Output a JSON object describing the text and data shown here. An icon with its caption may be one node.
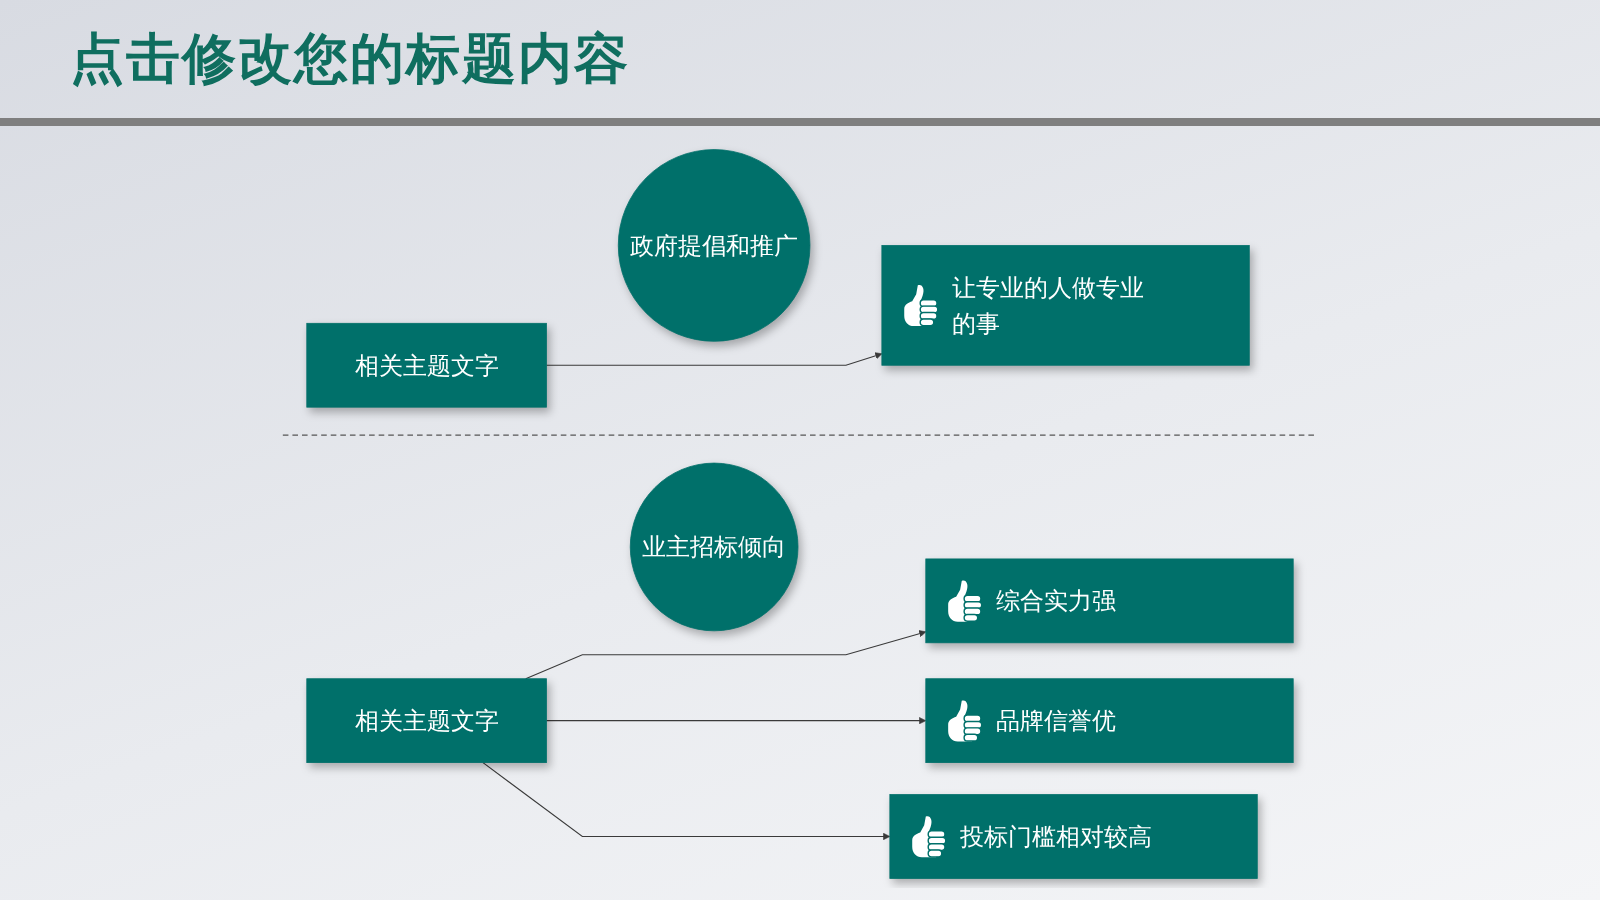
{
  "diagram": {
    "title": "点击修改您的标题内容",
    "nodes": [
      {
        "text": [
          "相关主题文字"
        ]
      },
      {
        "text": [
          "政府提倡和推广"
        ]
      },
      {
        "text": [
          "让专业的人做专业的事"
        ]
      },
      {
        "text": [
          "业主招标倾向"
        ]
      },
      {
        "text": [
          "相关主题文字"
        ]
      },
      {
        "text": [
          "综合实力强"
        ]
      },
      {
        "text": [
          "品牌信誉优"
        ]
      },
      {
        "text": [
          "投标门槛相对较高"
        ]
      }
    ],
    "edges": [
      {
        "from": 0,
        "to": 2,
        "arrow": "to"
      },
      {
        "from": 4,
        "to": 5,
        "arrow": "to"
      },
      {
        "from": 4,
        "to": 6,
        "arrow": "to"
      },
      {
        "from": 4,
        "to": 7,
        "arrow": "to"
      }
    ]
  }
}
